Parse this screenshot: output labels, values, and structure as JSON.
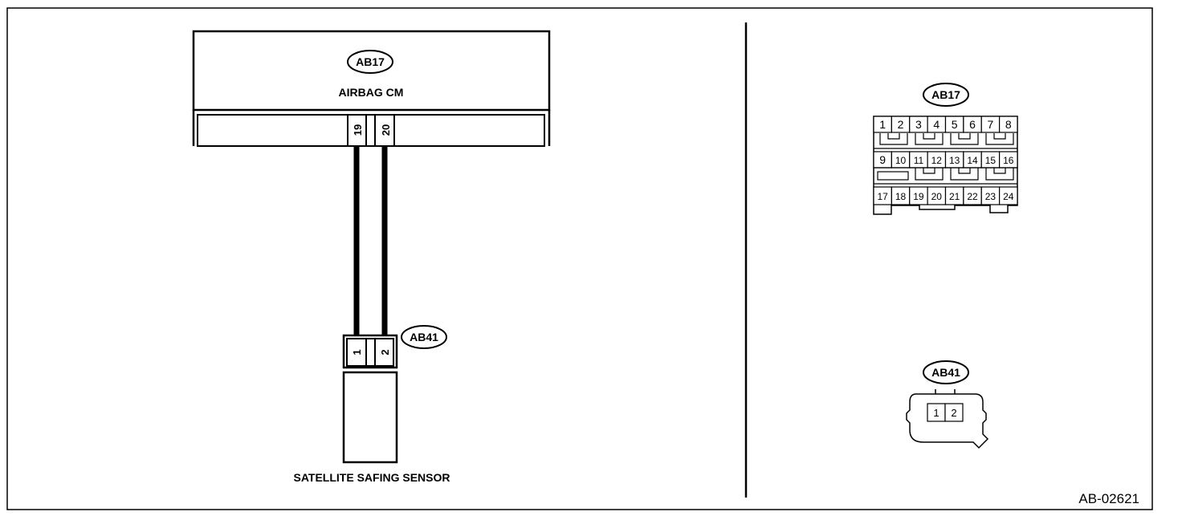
{
  "diagram_id": "AB-02621",
  "airbag_cm": {
    "connector": "AB17",
    "label": "AIRBAG CM",
    "terminals": [
      "19",
      "20"
    ]
  },
  "sensor": {
    "connector": "AB41",
    "label": "SATELLITE SAFING SENSOR",
    "terminals": [
      "1",
      "2"
    ]
  },
  "ab17_view": {
    "connector": "AB17",
    "rows": [
      [
        "1",
        "2",
        "3",
        "4",
        "5",
        "6",
        "7",
        "8"
      ],
      [
        "9",
        "10",
        "11",
        "12",
        "13",
        "14",
        "15",
        "16"
      ],
      [
        "17",
        "18",
        "19",
        "20",
        "21",
        "22",
        "23",
        "24"
      ]
    ]
  },
  "ab41_view": {
    "connector": "AB41",
    "pins": [
      "1",
      "2"
    ]
  },
  "colors": {
    "line": "#000000",
    "background": "#ffffff"
  }
}
